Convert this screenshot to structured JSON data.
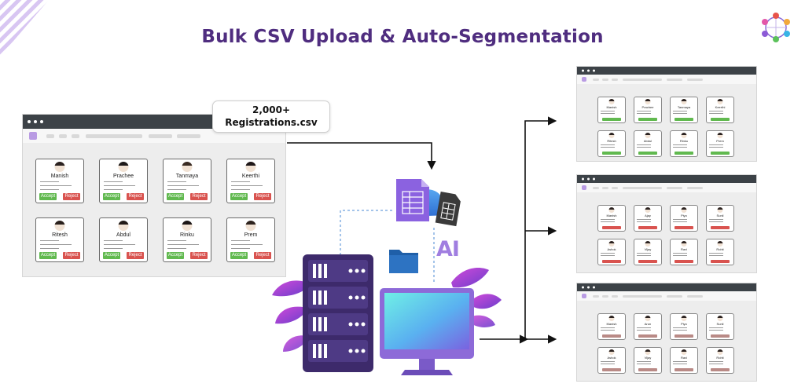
{
  "title": "Bulk CSV Upload & Auto-Segmentation",
  "file_badge": {
    "line1": "2,000+",
    "line2": "Registrations.csv"
  },
  "ai_label": "AI",
  "buttons": {
    "accept": "Accept",
    "reject": "Reject"
  },
  "main_window": {
    "cards": [
      {
        "name": "Manish",
        "hair": "#2b2220"
      },
      {
        "name": "Prachee",
        "hair": "#1d1a1a"
      },
      {
        "name": "Tanmaya",
        "hair": "#3a2c24"
      },
      {
        "name": "Keerthi",
        "hair": "#1e1718"
      },
      {
        "name": "Ritesh",
        "hair": "#2a201c"
      },
      {
        "name": "Abdul",
        "hair": "#211a17"
      },
      {
        "name": "Rinku",
        "hair": "#1c1616"
      },
      {
        "name": "Prem",
        "hair": "#2e231e"
      }
    ]
  },
  "segment_windows": [
    {
      "cards": [
        "Manish",
        "Prachee",
        "Tanmaya",
        "Keerthi",
        "Ritesh",
        "Abdul",
        "Rinku",
        "Prem"
      ],
      "footer": [
        "accept",
        "accept",
        "accept",
        "accept",
        "accept",
        "accept",
        "accept",
        "accept"
      ]
    },
    {
      "cards": [
        "Manish",
        "Ajay",
        "Piyo",
        "Sunil",
        "Ashok",
        "Vijay",
        "Ravi",
        "Rohit"
      ],
      "footer": [
        "reject",
        "reject",
        "reject",
        "reject",
        "reject",
        "reject",
        "reject",
        "reject"
      ]
    },
    {
      "cards": [
        "Manish",
        "Arun",
        "Piyo",
        "Sunil",
        "Ashok",
        "Vijay",
        "Ravi",
        "Rohit"
      ],
      "footer": [
        "mixed",
        "mixed",
        "mixed",
        "mixed",
        "mixed",
        "mixed",
        "mixed",
        "mixed"
      ]
    }
  ],
  "colors": {
    "title": "#4f2d7f",
    "accent_purple": "#7b4fd6",
    "server": "#3d2a6b",
    "accept": "#61b94f",
    "reject": "#d9534f",
    "cloud": "#3d89e3",
    "folder": "#1f5fa8"
  },
  "icons": [
    "stripes-decoration",
    "network-logo-icon",
    "spreadsheet-icon",
    "document-icon",
    "cloud-icon",
    "folder-icon",
    "server-icon",
    "monitor-icon",
    "leaf-decoration"
  ]
}
